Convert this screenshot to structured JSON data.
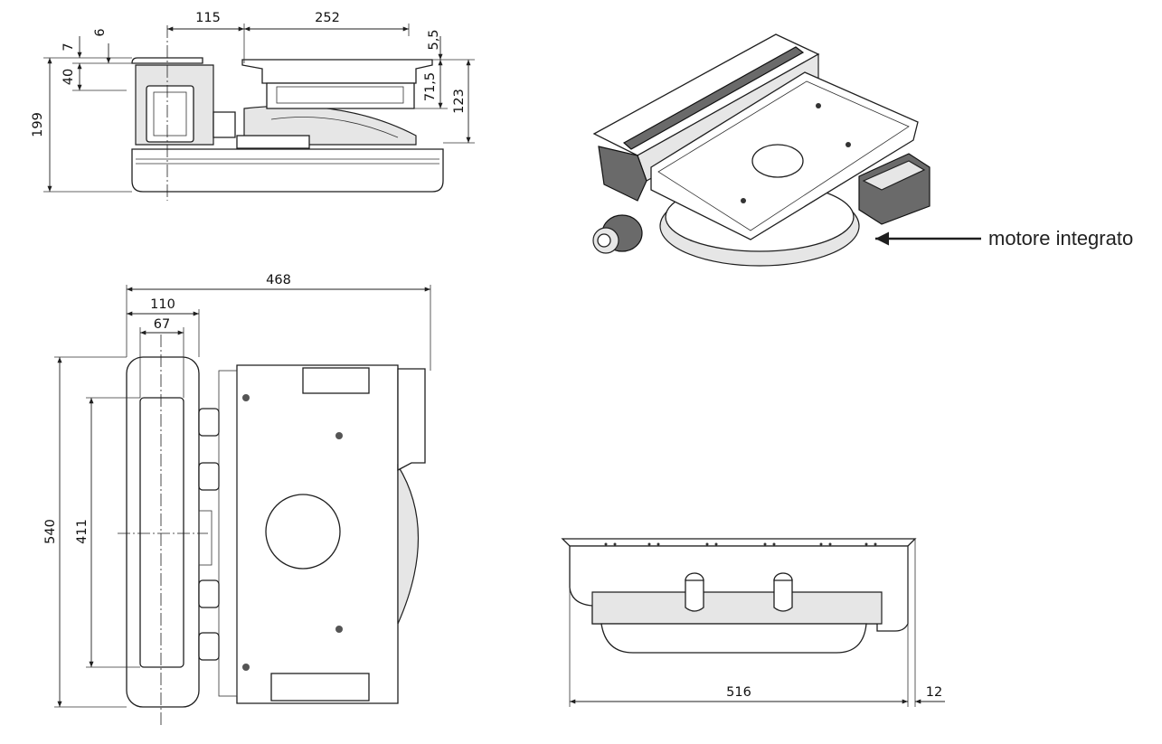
{
  "dimensions": {
    "top_115": "115",
    "top_252": "252",
    "top_7": "7",
    "top_6": "6",
    "top_40": "40",
    "top_199": "199",
    "top_5_5": "5,5",
    "top_71_5": "71,5",
    "top_123": "123",
    "left_468": "468",
    "left_110": "110",
    "left_67": "67",
    "left_540": "540",
    "left_411": "411",
    "front_516": "516",
    "front_12": "12"
  },
  "callout": {
    "label": "motore integrato"
  }
}
